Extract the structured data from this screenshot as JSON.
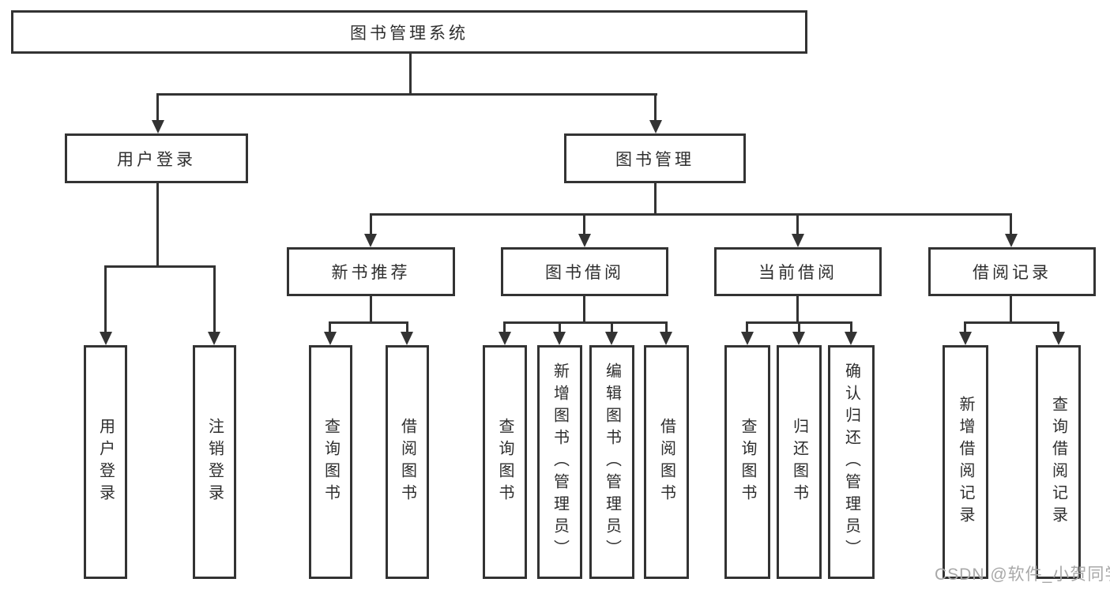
{
  "tree": {
    "root": "图书管理系统",
    "branches": [
      {
        "label": "用户登录",
        "children": [
          "用户登录",
          "注销登录"
        ]
      },
      {
        "label": "图书管理",
        "groups": [
          {
            "label": "新书推荐",
            "children": [
              "查询图书",
              "借阅图书"
            ]
          },
          {
            "label": "图书借阅",
            "children": [
              "查询图书",
              "新增图书（管理员）",
              "编辑图书（管理员）",
              "借阅图书"
            ]
          },
          {
            "label": "当前借阅",
            "children": [
              "查询图书",
              "归还图书",
              "确认归还（管理员）"
            ]
          },
          {
            "label": "借阅记录",
            "children": [
              "新增借阅记录",
              "查询借阅记录"
            ]
          }
        ]
      }
    ]
  },
  "watermark": "CSDN @软件_小贺同学",
  "colors": {
    "line": "#333333",
    "text": "#2e2e2e",
    "background": "#ffffff",
    "watermark": "#a8a8a8"
  }
}
